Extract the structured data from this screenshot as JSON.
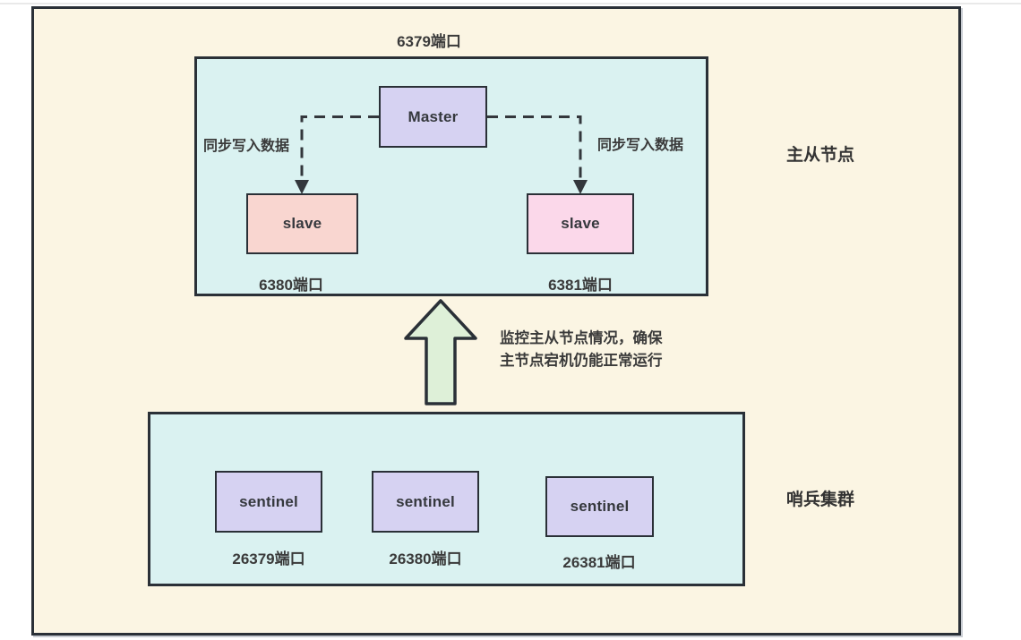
{
  "diagram": {
    "master_group": {
      "title": "6379端口",
      "master_label": "Master",
      "sync_label_left": "同步写入数据",
      "sync_label_right": "同步写入数据",
      "slaves": [
        {
          "label": "slave",
          "port": "6380端口"
        },
        {
          "label": "slave",
          "port": "6381端口"
        }
      ],
      "group_label": "主从节点"
    },
    "monitor_note": {
      "line1": "监控主从节点情况，确保",
      "line2": "主节点宕机仍能正常运行"
    },
    "sentinel_group": {
      "sentinels": [
        {
          "label": "sentinel",
          "port": "26379端口"
        },
        {
          "label": "sentinel",
          "port": "26380端口"
        },
        {
          "label": "sentinel",
          "port": "26381端口"
        }
      ],
      "group_label": "哨兵集群"
    },
    "colors": {
      "canvas_bg": "#fbf5e3",
      "group_bg": "#daf2f1",
      "node_purple": "#d6d2f2",
      "slave_left_pink": "#f9d6d0",
      "slave_right_pink": "#fbd8ea",
      "arrow_green": "#def0d8",
      "border_dark": "#2a3037"
    }
  }
}
